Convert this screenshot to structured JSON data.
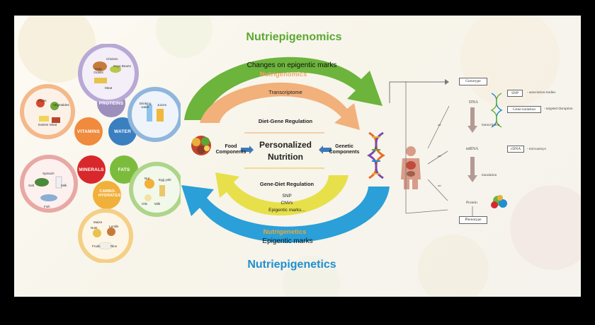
{
  "colors": {
    "nutriepigenomics": "#5aa832",
    "nutrigenomics": "#f0a868",
    "nutrigenetics": "#e8a640",
    "nutriepigenetics": "#1e8fd0",
    "green_arrow": "#6cb43c",
    "orange_arrow": "#f2b07a",
    "yellow_arrow": "#e7e04a",
    "blue_arrow": "#2a9fd8"
  },
  "cycle": {
    "title_top": "Nutriepigenomics",
    "changes_label": "Changes on epigentic marks",
    "nutrigenomics": "Nutrigenomics",
    "transcriptome": "Transcriptome",
    "diet_gene": "Diet-Gene Regulation",
    "center_line1": "Personalized",
    "center_line2": "Nutrition",
    "gene_diet": "Gene-Diet Regulation",
    "snp": "SNP",
    "cnvs": "CNVs",
    "epigentic_marks_small": "Epigentic marks...",
    "nutrigenetics": "Nutrigenetics",
    "epigentic_marks": "Epigentic marks",
    "title_bottom": "Nutriepigenetics",
    "food_components": "Food Components",
    "genetic_components": "Genetic Components"
  },
  "food_wheel": {
    "petals": [
      "PROTEINS",
      "WATER",
      "VITAMINS",
      "MINERALS",
      "FATS",
      "CARBO-HYDRATES"
    ],
    "proteins_items": [
      "Chicken",
      "Soya Beans",
      "Nuts Grains",
      "Meat"
    ],
    "water_items": [
      "Drinking water",
      "Juices"
    ],
    "vitamins_items": [
      "Fruits",
      "Vegetables",
      "Dairies",
      "Meat"
    ],
    "minerals_items": [
      "Spinach",
      "Salt",
      "Milk",
      "Fish"
    ],
    "fats_items": [
      "Nut",
      "Egg yolk",
      "Oils",
      "Milk"
    ],
    "carbs_items": [
      "Maize",
      "Nuts",
      "Lentils",
      "Fruits",
      "Rice"
    ]
  },
  "genomics": {
    "genotype": "Genotype",
    "dna": "DNA",
    "snp": "SNP",
    "snp_note": "- association studies",
    "gene_isolation": "Gene isolation",
    "gene_note": "- targeted disruption",
    "transcription": "transcription",
    "mrna": "mRNA",
    "cdna": "cDNA",
    "cdna_note": "- microarrays",
    "translation": "translation",
    "protein": "Protein",
    "phenotype": "Phenotype",
    "arrow_tags": [
      "act",
      "act",
      "act"
    ]
  }
}
